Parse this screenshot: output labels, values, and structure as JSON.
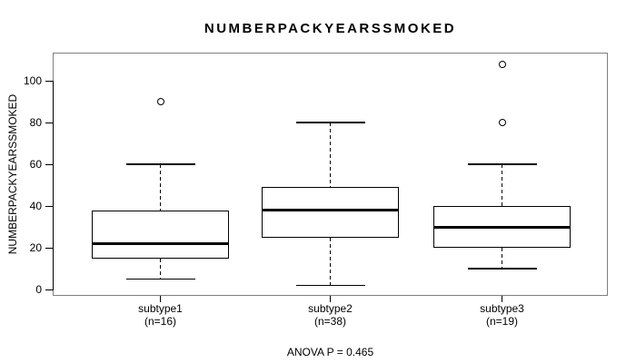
{
  "window": {
    "background": "#ffffff"
  },
  "colors": {
    "line": "#000000",
    "frame_border": "#7f7f7f",
    "box_fill": "#ffffff",
    "text": "#000000"
  },
  "chart_data": {
    "type": "boxplot",
    "title": "NUMBERPACKYEARSSMOKED",
    "ylabel": "NUMBERPACKYEARSSMOKED",
    "xlabel": "",
    "annotation": "ANOVA P = 0.465",
    "ylim": [
      -3,
      113
    ],
    "yticks": [
      0,
      20,
      40,
      60,
      80,
      100
    ],
    "grid": false,
    "legend": false,
    "groups": [
      {
        "label": "subtype1",
        "sublabel": "(n=16)",
        "n": 16,
        "whisker_low": 5,
        "q1": 15,
        "median": 22,
        "q3": 38,
        "whisker_high": 60,
        "outliers": [
          90
        ]
      },
      {
        "label": "subtype2",
        "sublabel": "(n=38)",
        "n": 38,
        "whisker_low": 2,
        "q1": 25,
        "median": 38,
        "q3": 49,
        "whisker_high": 80,
        "outliers": []
      },
      {
        "label": "subtype3",
        "sublabel": "(n=19)",
        "n": 19,
        "whisker_low": 10,
        "q1": 20,
        "median": 30,
        "q3": 40,
        "whisker_high": 60,
        "outliers": [
          80,
          108
        ]
      }
    ]
  }
}
